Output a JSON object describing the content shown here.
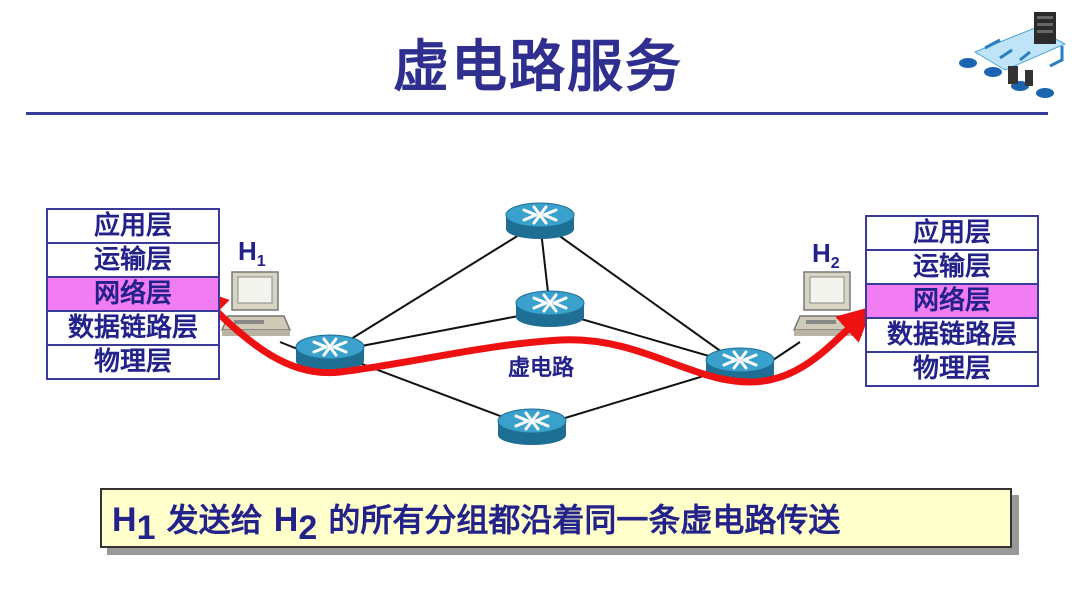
{
  "title": "虚电路服务",
  "host1": {
    "label": "H",
    "sub": "1"
  },
  "host2": {
    "label": "H",
    "sub": "2"
  },
  "stack_left": {
    "layers": [
      "应用层",
      "运输层",
      "网络层",
      "数据链路层",
      "物理层"
    ],
    "highlight_index": 2
  },
  "stack_right": {
    "layers": [
      "应用层",
      "运输层",
      "网络层",
      "数据链路层",
      "物理层"
    ],
    "highlight_index": 2
  },
  "virtual_circuit_label": "虚电路",
  "banner": {
    "h1": "H",
    "h1_sub": "1",
    "part1": " 发送给 ",
    "h2": "H",
    "h2_sub": "2",
    "part2": " 的所有分组都沿着同一条虚电路传送"
  },
  "colors": {
    "title": "#2f2f8f",
    "highlight": "#f27df2",
    "path": "#ee1111",
    "router": "#2a8fb8",
    "banner_bg": "#ffffcc"
  }
}
